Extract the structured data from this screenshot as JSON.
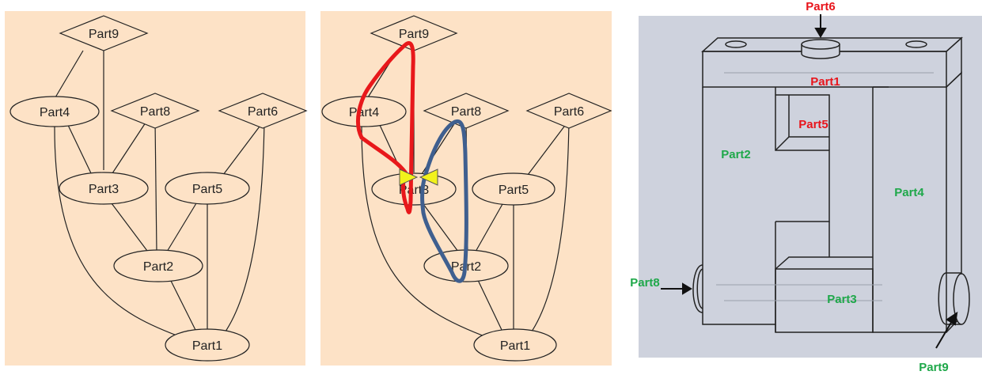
{
  "graph_a": {
    "nodes": {
      "part9": "Part9",
      "part4": "Part4",
      "part8": "Part8",
      "part6": "Part6",
      "part3": "Part3",
      "part5": "Part5",
      "part2": "Part2",
      "part1": "Part1"
    }
  },
  "graph_b": {
    "nodes": {
      "part9": "Part9",
      "part4": "Part4",
      "part8": "Part8",
      "part6": "Part6",
      "part3": "Part3",
      "part5": "Part5",
      "part2": "Part2",
      "part1": "Part1"
    },
    "loop_colors": {
      "red": "#e8181b",
      "blue": "#3f5f8f",
      "marker": "#f2f21c"
    }
  },
  "assembly": {
    "labels": {
      "part6": "Part6",
      "part1": "Part1",
      "part5": "Part5",
      "part2": "Part2",
      "part4": "Part4",
      "part8": "Part8",
      "part3": "Part3",
      "part9": "Part9"
    },
    "colors": {
      "red_label": "#e8141b",
      "green_label": "#1fa84a",
      "background": "#ced2dd"
    }
  }
}
